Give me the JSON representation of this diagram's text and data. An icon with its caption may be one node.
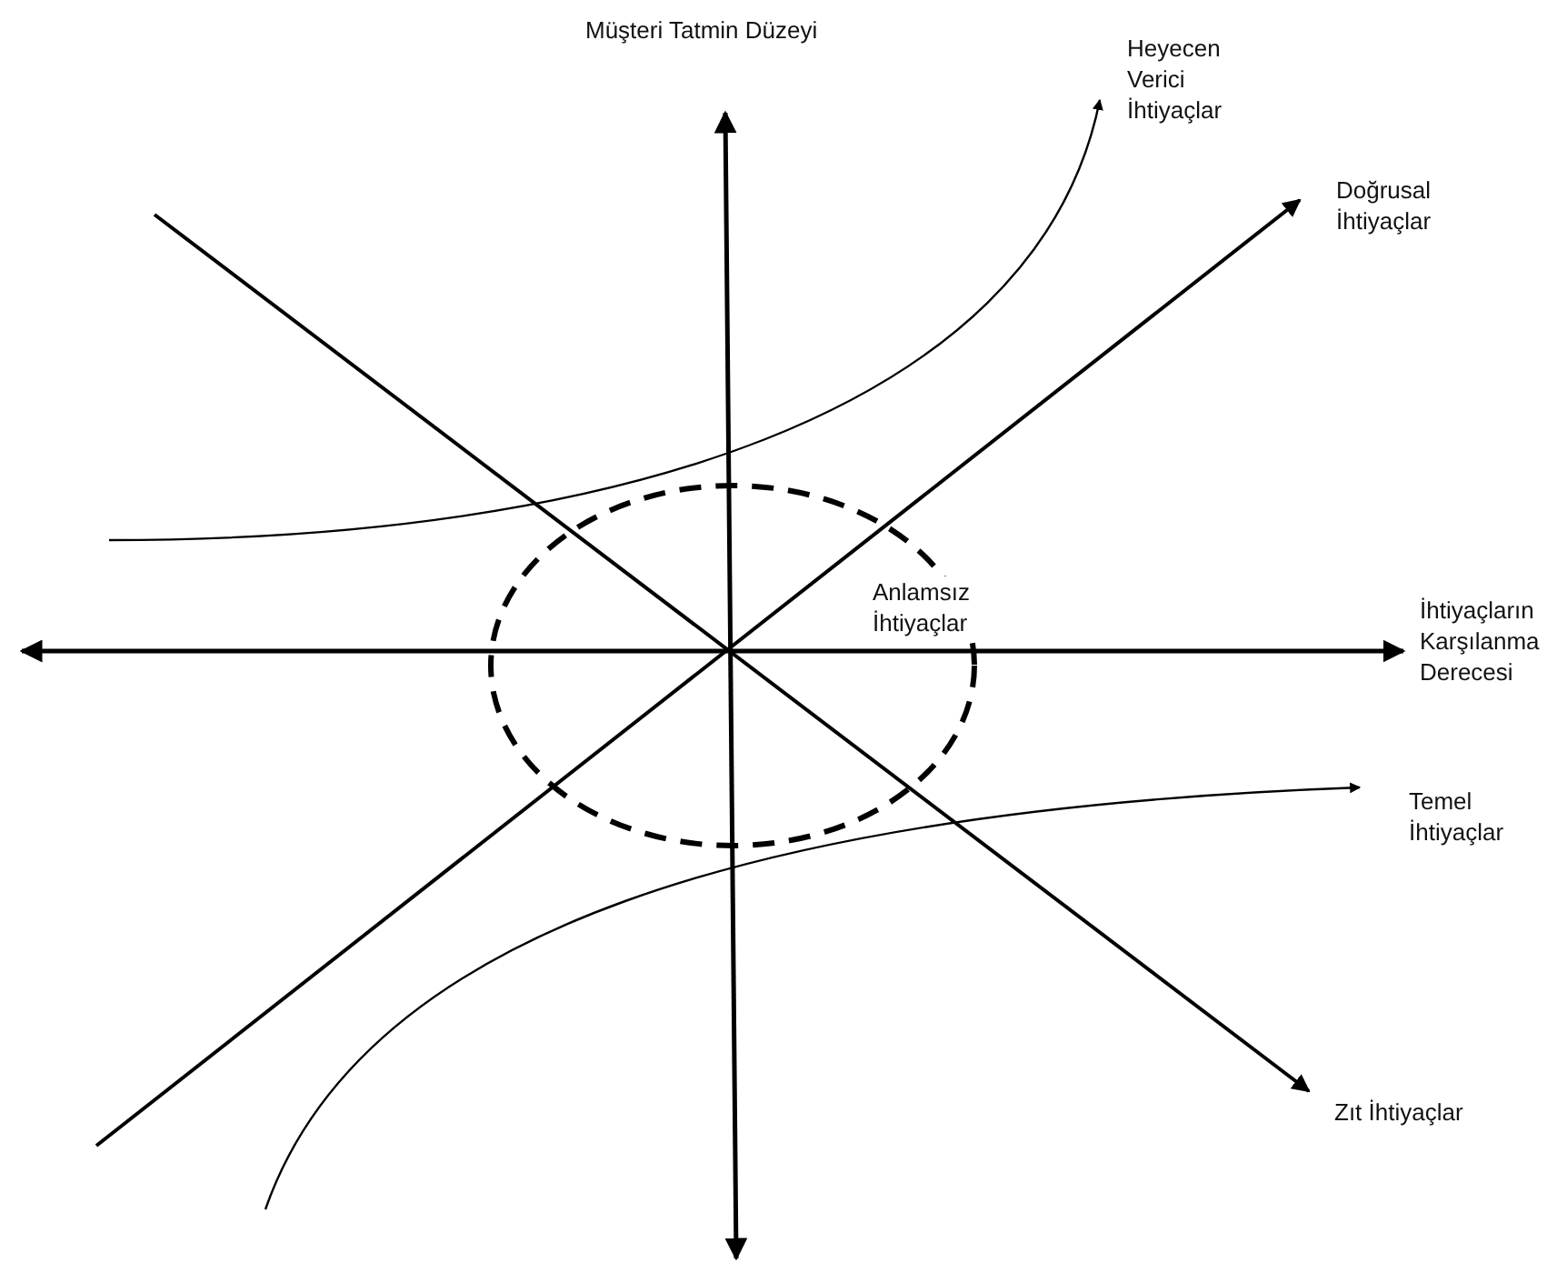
{
  "diagram": {
    "labels": [
      "Müşteri Tatmin Düzeyi",
      "Heyecen Verici İhtiyaçlar",
      "Doğrusal İhtiyaçlar",
      "Anlamsız İhtiyaçlar",
      "İhtiyaçların Karşılanma Derecesi",
      "Temel İhtiyaçlar",
      "Zıt İhtiyaçlar"
    ]
  }
}
